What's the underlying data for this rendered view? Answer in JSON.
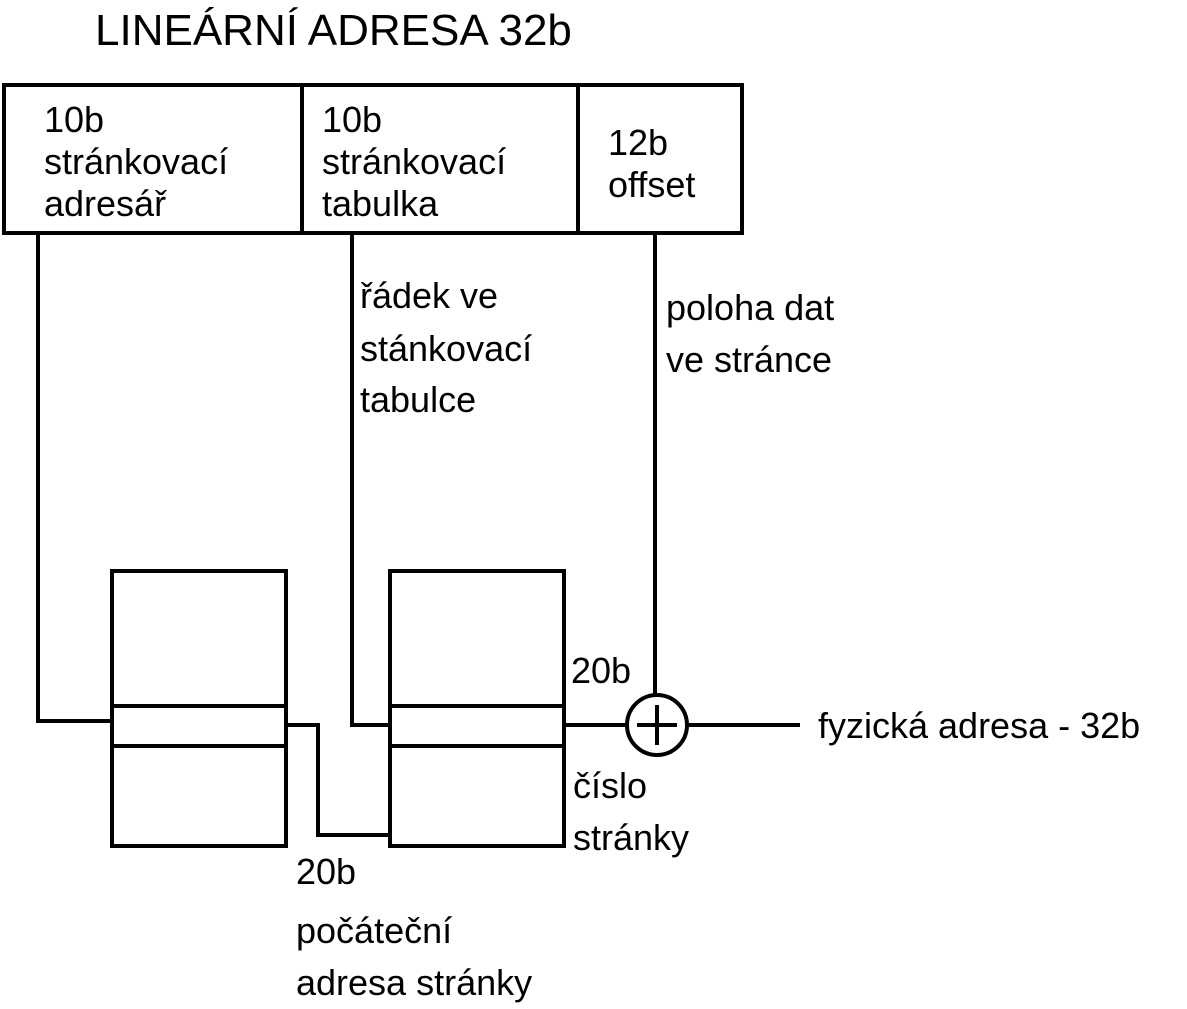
{
  "title": "LINEÁRNÍ ADRESA 32b",
  "address_fields": [
    {
      "lines": [
        "10b",
        "stránkovací",
        "adresář"
      ]
    },
    {
      "lines": [
        "10b",
        "stránkovací",
        "tabulka"
      ]
    },
    {
      "lines": [
        "12b",
        "offset"
      ]
    }
  ],
  "labels": {
    "table_row": [
      "řádek ve",
      "stánkovací",
      "tabulce"
    ],
    "data_position": [
      "poloha dat",
      "ve stránce"
    ],
    "page_number_bits": "20b",
    "page_number": [
      "číslo",
      "stránky"
    ],
    "start_address_bits": "20b",
    "start_address": [
      "počáteční",
      "adresa stránky"
    ],
    "physical_address": "fyzická adresa - 32b"
  },
  "colors": {
    "stroke": "#000000",
    "background": "#ffffff"
  }
}
